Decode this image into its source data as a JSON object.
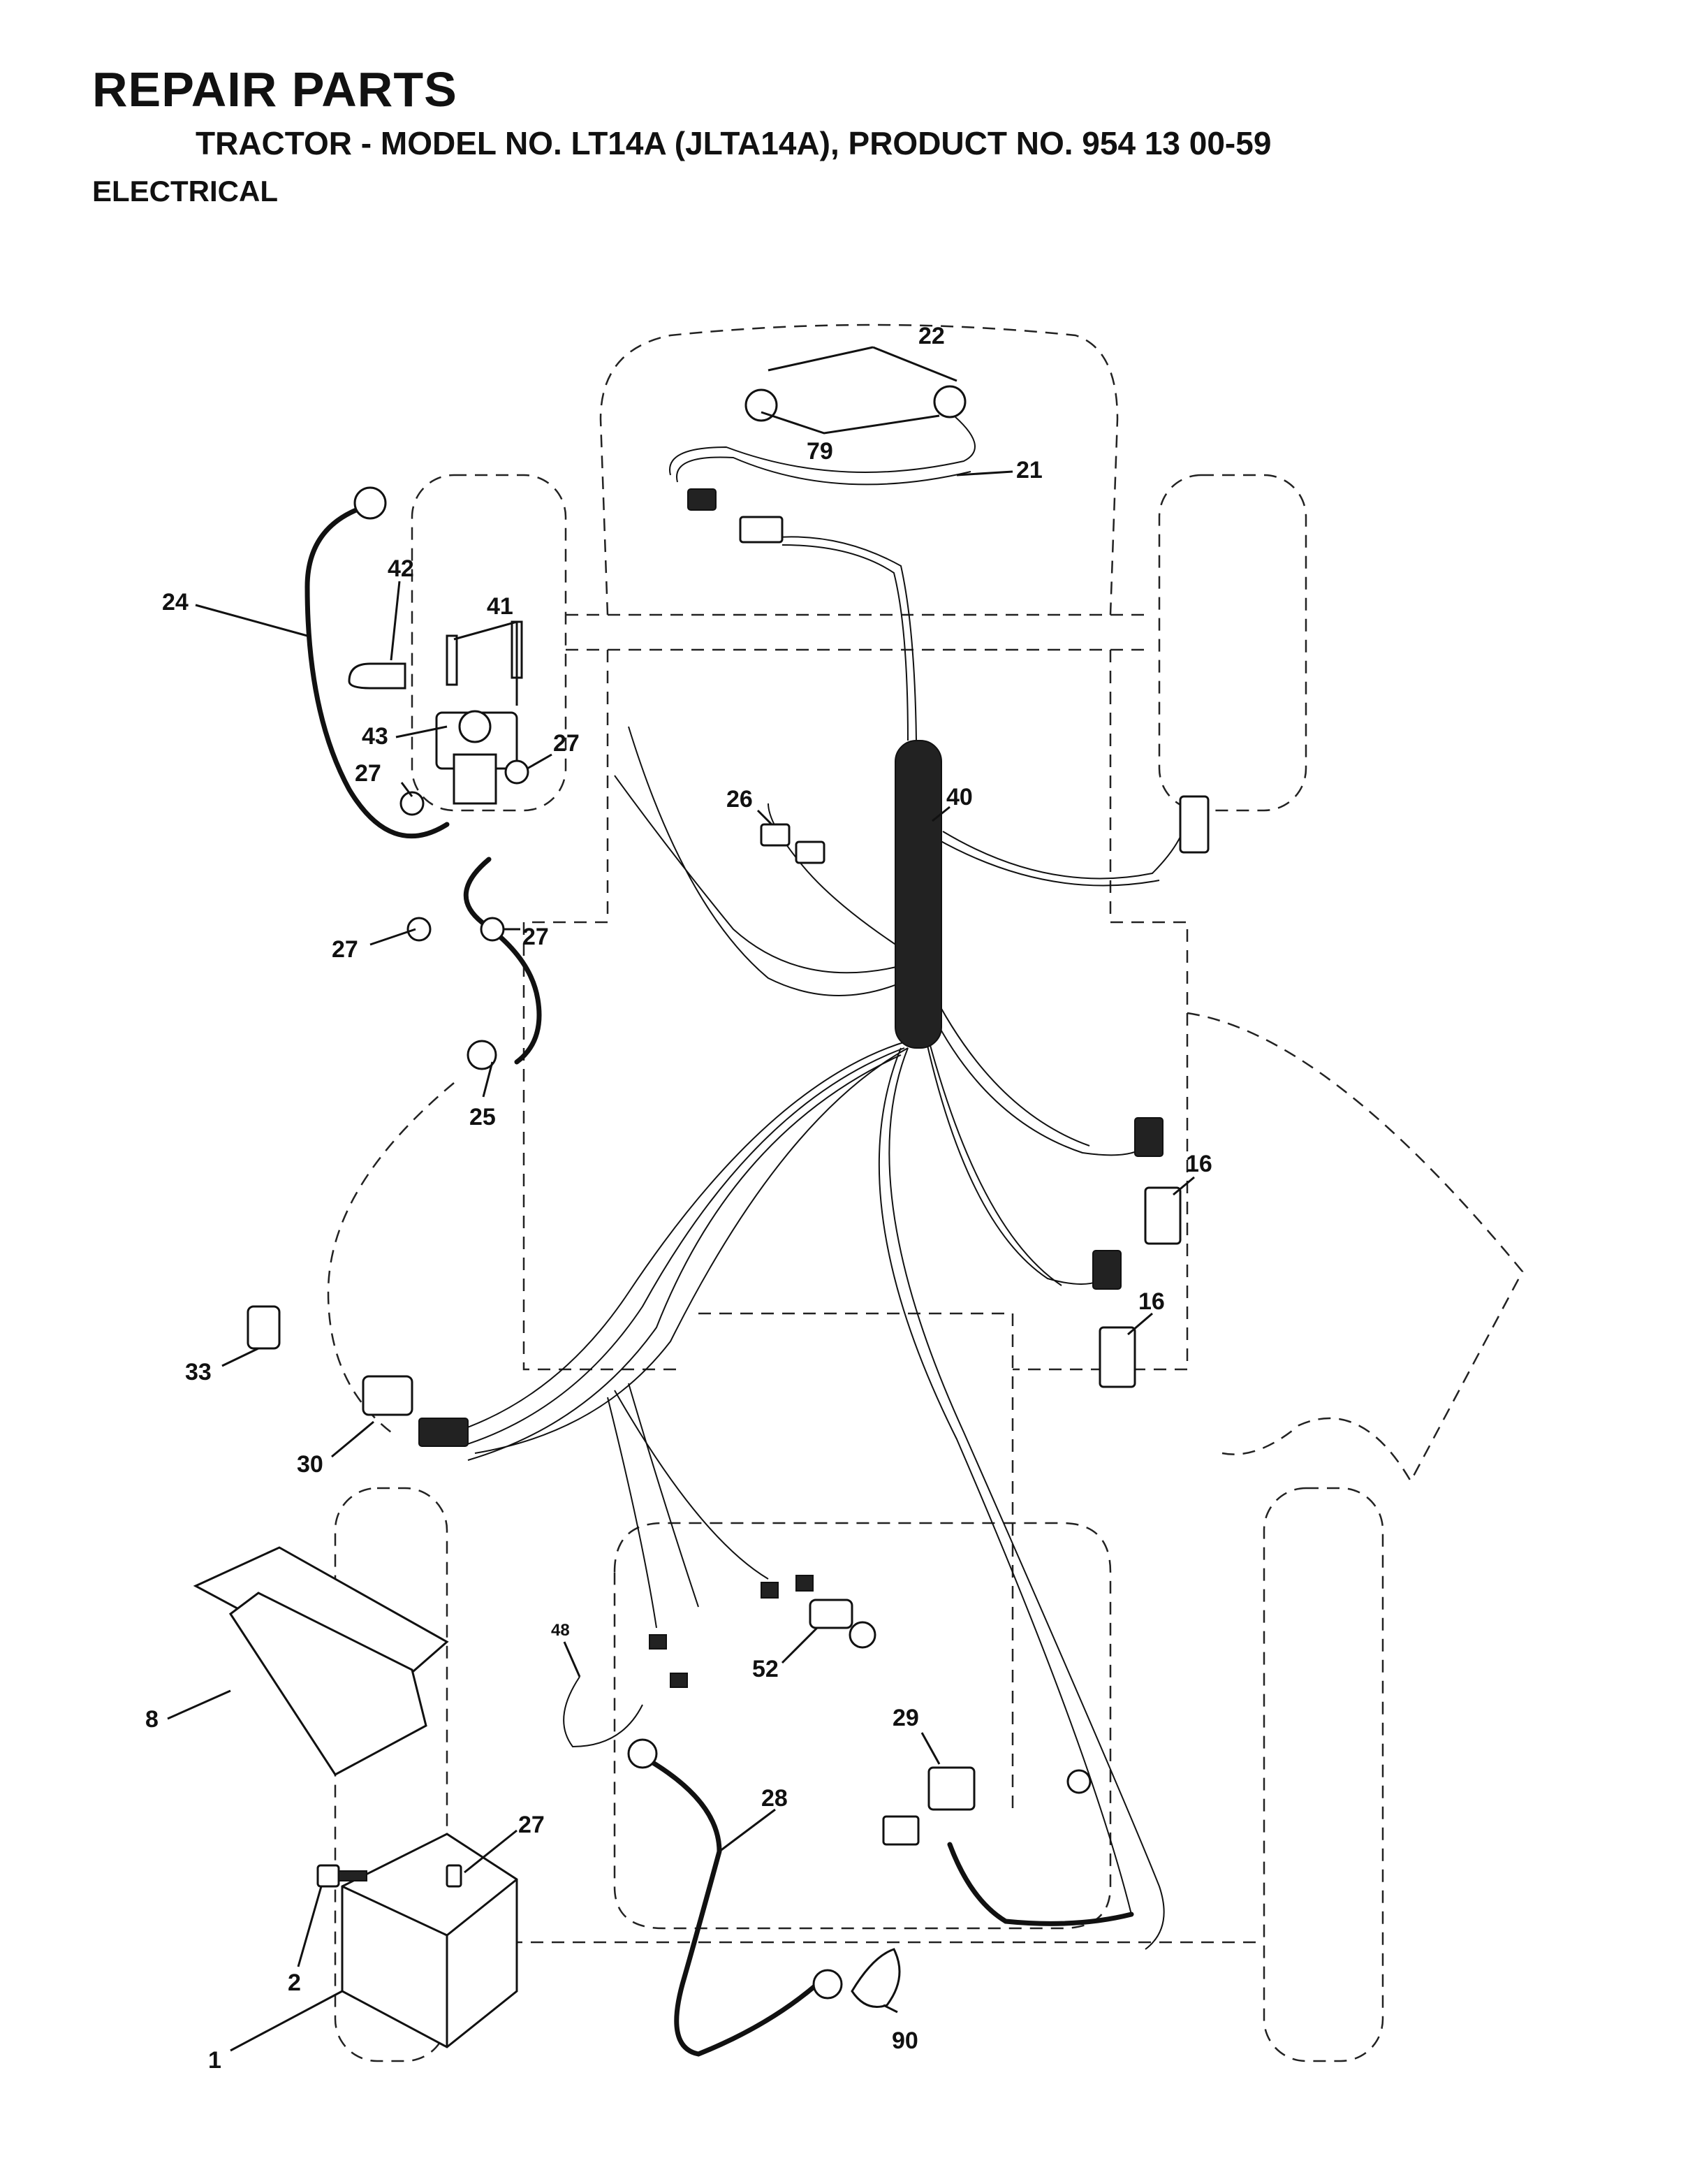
{
  "header": {
    "title": "REPAIR PARTS",
    "subtitle": "TRACTOR - MODEL NO. LT14A (JLTA14A), PRODUCT NO. 954 13 00-59",
    "section": "ELECTRICAL"
  },
  "callouts": [
    {
      "id": "c22",
      "text": "22"
    },
    {
      "id": "c79",
      "text": "79"
    },
    {
      "id": "c21",
      "text": "21"
    },
    {
      "id": "c42",
      "text": "42"
    },
    {
      "id": "c41",
      "text": "41"
    },
    {
      "id": "c24",
      "text": "24"
    },
    {
      "id": "c43",
      "text": "43"
    },
    {
      "id": "c27a",
      "text": "27"
    },
    {
      "id": "c27b",
      "text": "27"
    },
    {
      "id": "c27c",
      "text": "27"
    },
    {
      "id": "c27d",
      "text": "27"
    },
    {
      "id": "c26",
      "text": "26"
    },
    {
      "id": "c40",
      "text": "40"
    },
    {
      "id": "c25",
      "text": "25"
    },
    {
      "id": "c16a",
      "text": "16"
    },
    {
      "id": "c16b",
      "text": "16"
    },
    {
      "id": "c33",
      "text": "33"
    },
    {
      "id": "c30",
      "text": "30"
    },
    {
      "id": "c48",
      "text": "48"
    },
    {
      "id": "c52",
      "text": "52"
    },
    {
      "id": "c29",
      "text": "29"
    },
    {
      "id": "c8",
      "text": "8"
    },
    {
      "id": "c28",
      "text": "28"
    },
    {
      "id": "c27e",
      "text": "27"
    },
    {
      "id": "c2",
      "text": "2"
    },
    {
      "id": "c90",
      "text": "90"
    },
    {
      "id": "c1",
      "text": "1"
    }
  ]
}
